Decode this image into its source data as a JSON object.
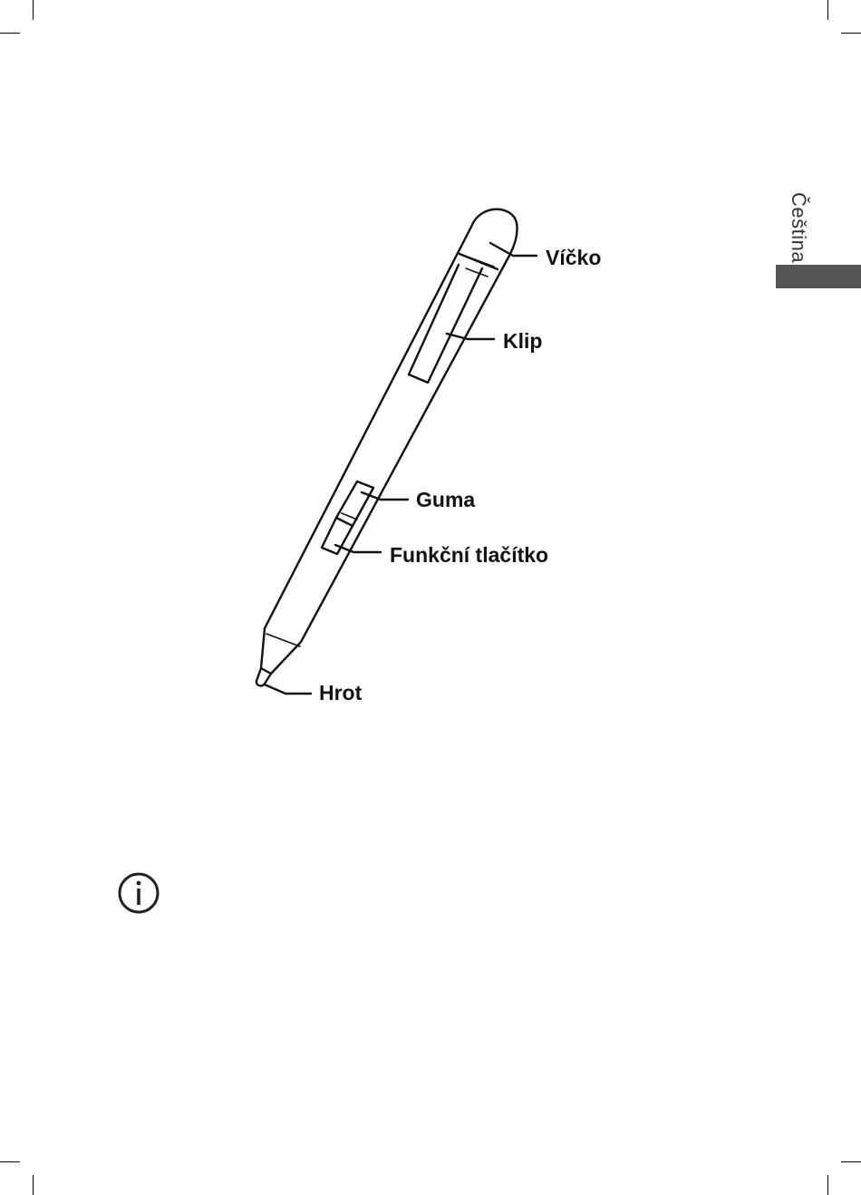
{
  "side_tab": {
    "language": "Čeština"
  },
  "diagram": {
    "title": "",
    "callouts": {
      "cap": "Víčko",
      "clip": "Klip",
      "eraser": "Guma",
      "function_button": "Funkční tlačítko",
      "tip": "Hrot"
    }
  },
  "icons": {
    "note": "info-icon"
  },
  "colors": {
    "tab_bar": "#555555",
    "ink": "#111111"
  }
}
